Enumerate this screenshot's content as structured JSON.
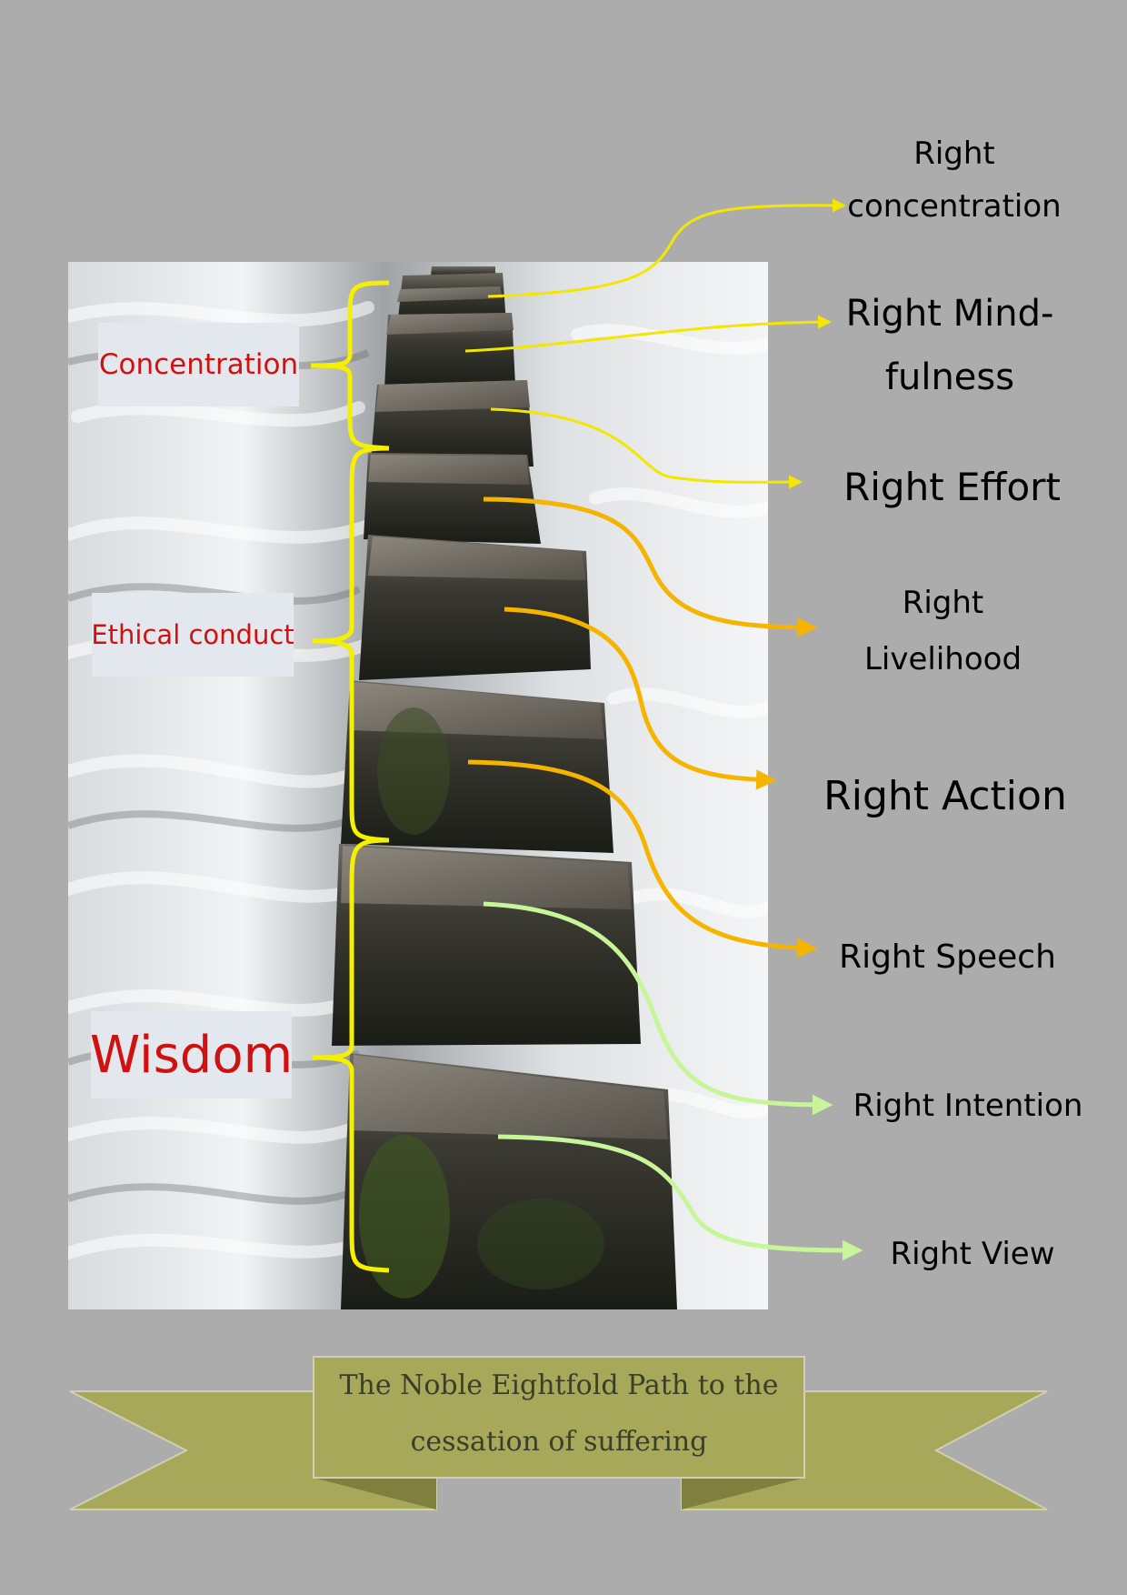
{
  "groups": {
    "concentration": "Concentration",
    "ethical_conduct": "Ethical conduct",
    "wisdom": "Wisdom"
  },
  "steps": {
    "right_concentration_line1": "Right",
    "right_concentration_line2": "concentration",
    "right_mindfulness_line1": "Right Mind-",
    "right_mindfulness_line2": "fulness",
    "right_effort": "Right Effort",
    "right_livelihood_line1": "Right",
    "right_livelihood_line2": "Livelihood",
    "right_action": "Right Action",
    "right_speech": "Right Speech",
    "right_intention": "Right Intention",
    "right_view": "Right View"
  },
  "banner": {
    "line1": "The Noble Eightfold Path to the",
    "line2": "cessation of suffering"
  },
  "colors": {
    "background": "#acacac",
    "group_text": "#d21010",
    "group_box": "#e3e8ee",
    "brace_yellow": "#f5f000",
    "arrow_yellow": "#f3e600",
    "arrow_orange": "#f5b400",
    "arrow_green": "#c8f59a",
    "banner_fill": "#a7a85a"
  },
  "image": {
    "subject": "stepping stones across a rushing river"
  }
}
